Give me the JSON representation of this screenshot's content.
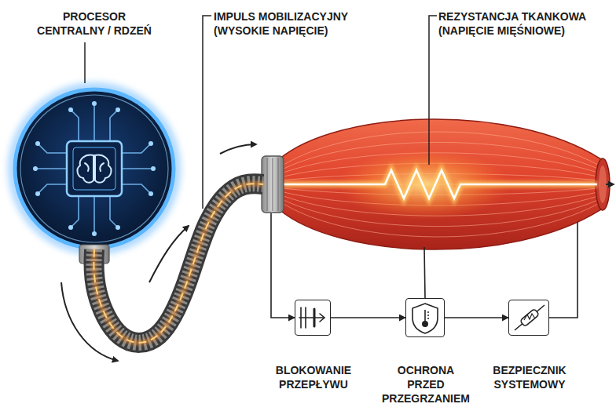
{
  "diagram": {
    "nodes": [
      {
        "text": [
          "PROCESOR CENTRALNY / RDZEŃ"
        ]
      },
      {
        "text": [
          "REZYSTANCJA TKANKOWA (NAPIĘCIE MIĘŚNIOWE)"
        ]
      },
      {
        "text": [
          "BLOKOWANIE PRZEPŁYWU"
        ]
      },
      {
        "text": [
          "OCHRONA PRZED PRZEGRZANIEM"
        ]
      },
      {
        "text": [
          "BEZPIECZNIK SYSTEMOWY"
        ]
      }
    ],
    "edges": [
      {
        "from": 0,
        "to": 1,
        "arrow": "none"
      },
      {
        "from": 1,
        "to": 2,
        "arrow": "to"
      },
      {
        "from": 2,
        "to": 3,
        "arrow": "to"
      },
      {
        "from": 3,
        "to": 4,
        "arrow": "to"
      },
      {
        "from": 1,
        "to": 3,
        "arrow": "none"
      },
      {
        "from": 4,
        "to": 1,
        "arrow": "none"
      }
    ],
    "labels": [
      "IMPULS MOBILIZACYJNY (WYSOKIE NAPIĘCIE)"
    ]
  }
}
